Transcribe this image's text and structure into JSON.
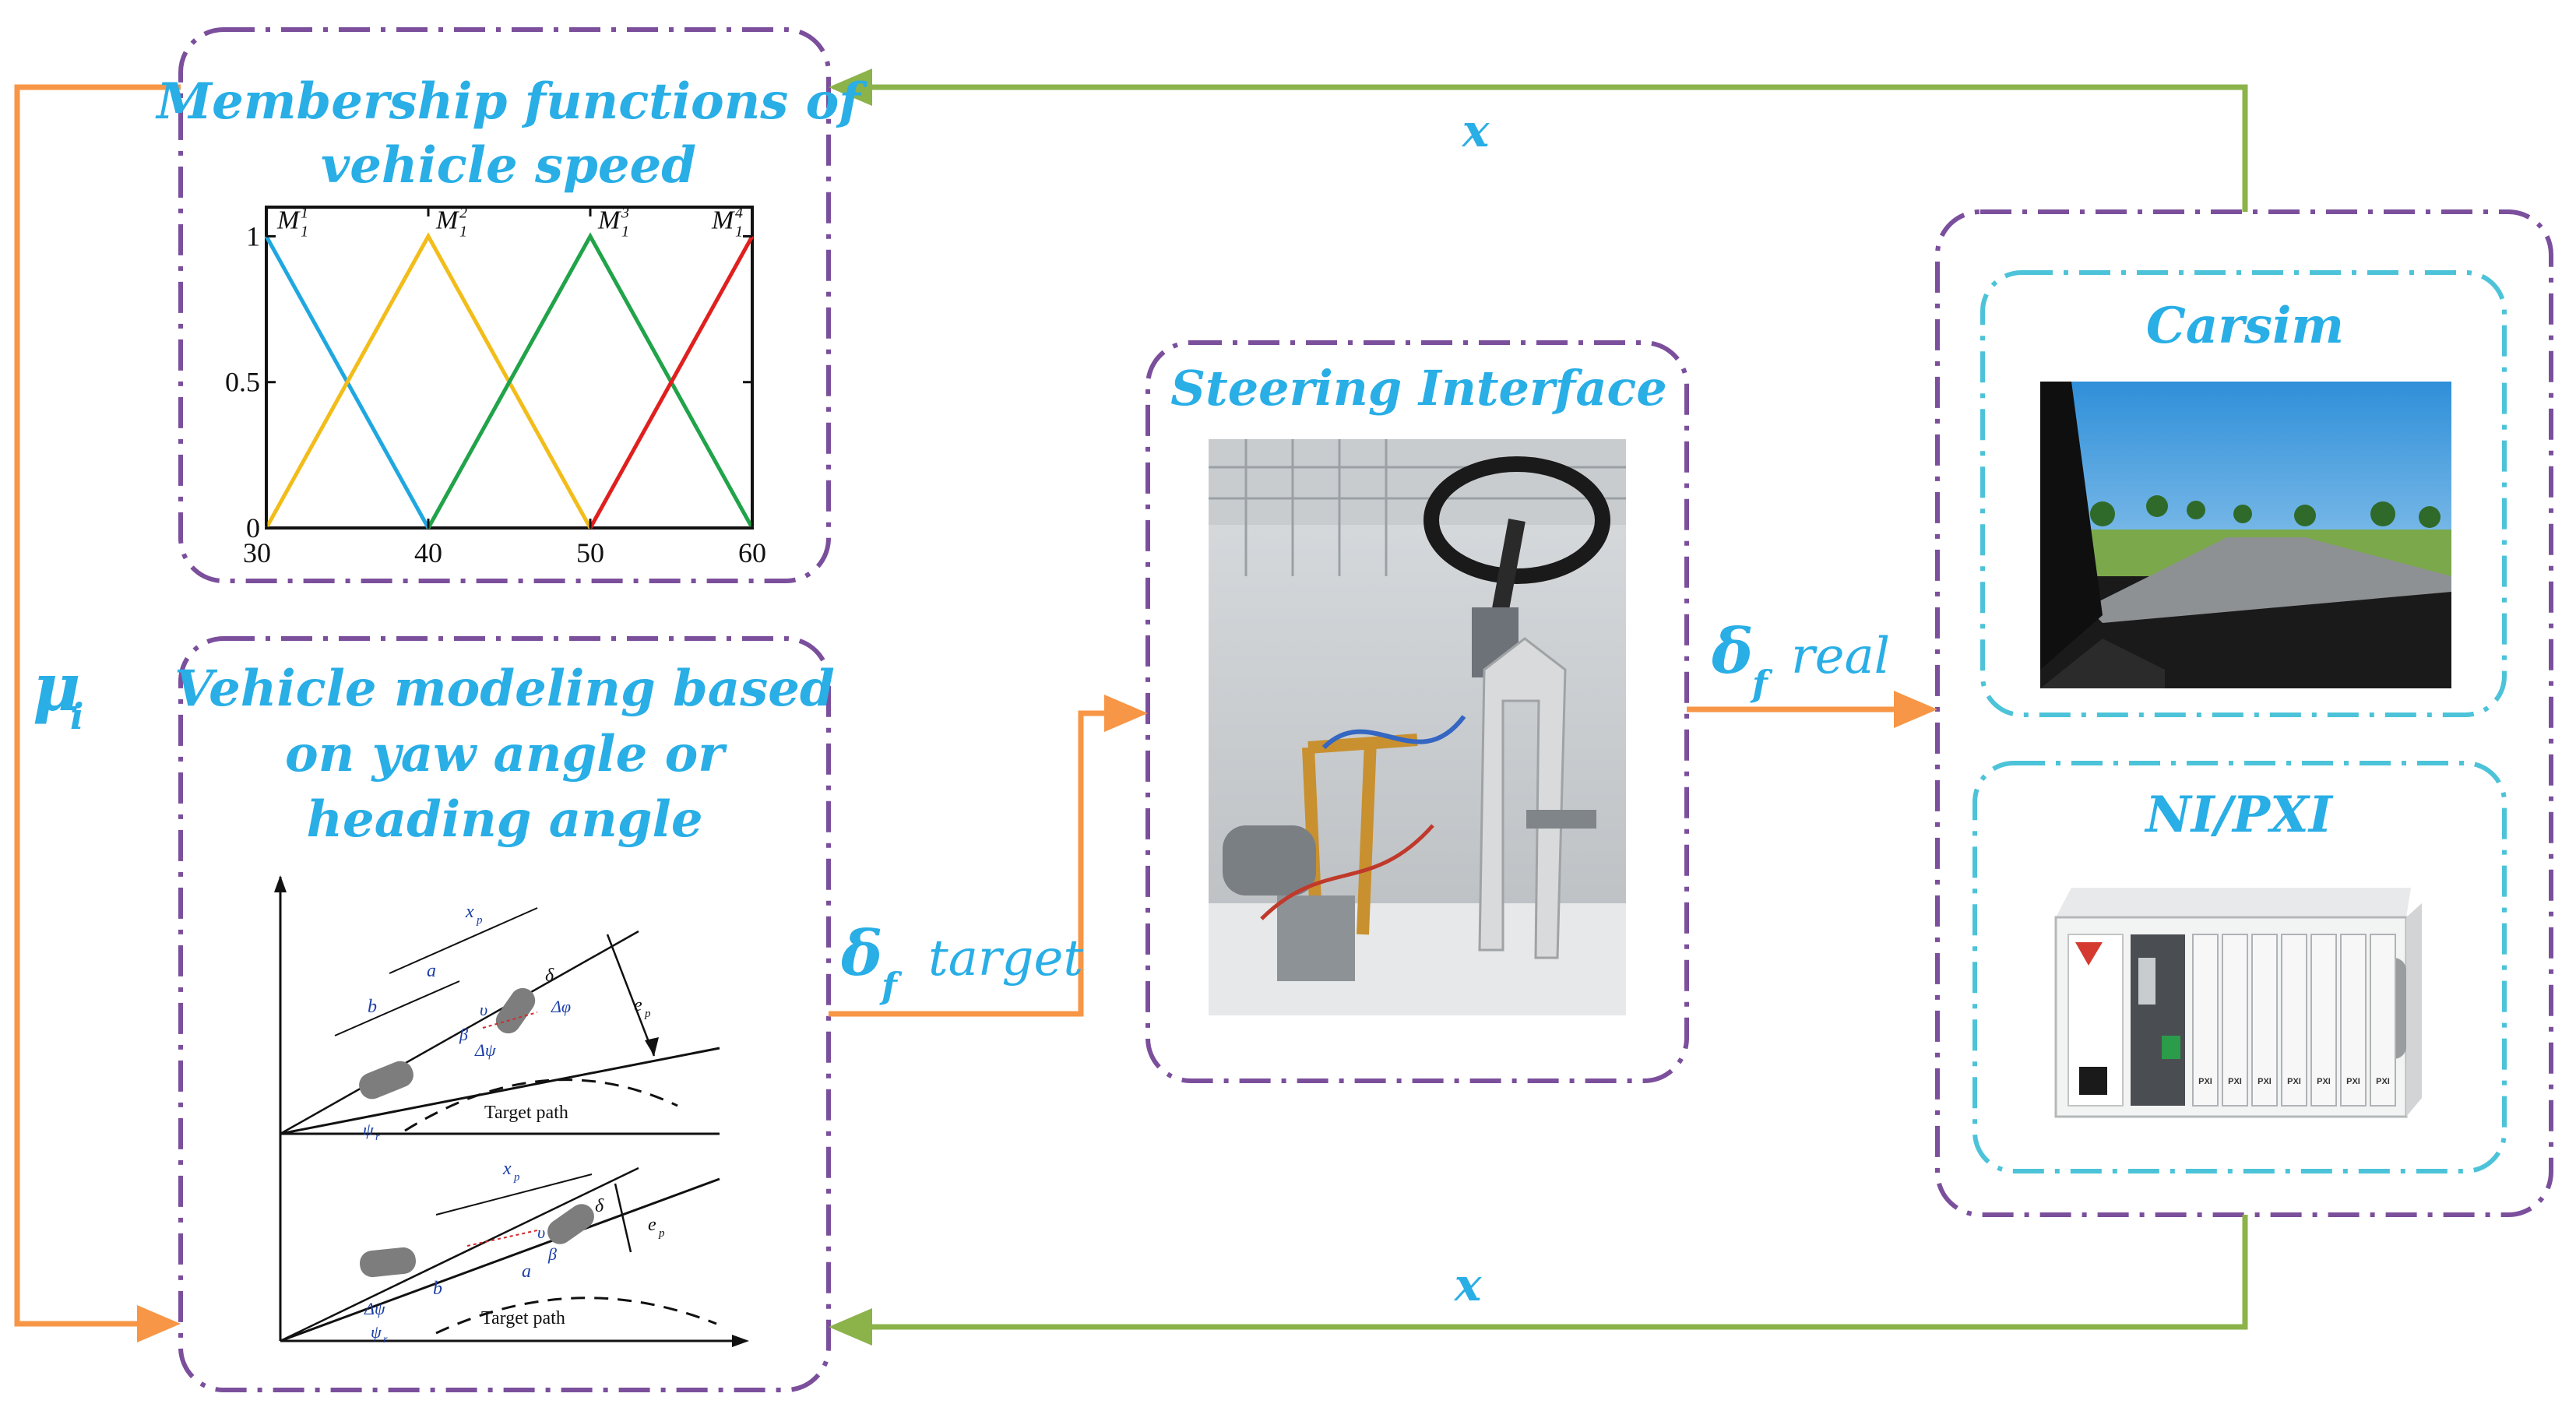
{
  "blocks": {
    "membership": {
      "title_line1": "Membership functions of",
      "title_line2": "vehicle speed"
    },
    "vehicle_model": {
      "title_line1": "Vehicle modeling based",
      "title_line2": "on yaw angle or",
      "title_line3": "heading angle"
    },
    "steering": {
      "title": "Steering Interface"
    },
    "carsim": {
      "title": "Carsim"
    },
    "nipxi": {
      "title": "NI/PXI",
      "chassis_slot_label": "PXI"
    }
  },
  "signals": {
    "x_top": "x",
    "x_bottom": "x",
    "mu_sym": "μ",
    "mu_sub": "i",
    "delta_sym": "δ",
    "delta_sub": "f",
    "target_word": "target",
    "real_word": "real"
  },
  "chart_data": {
    "type": "line",
    "x_ticks": [
      "30",
      "40",
      "50",
      "60"
    ],
    "y_ticks": [
      "0",
      "0.5",
      "1"
    ],
    "xlim": [
      30,
      60
    ],
    "ylim": [
      0,
      1.1
    ],
    "series": [
      {
        "name": "M",
        "sup": "1",
        "sub": "1",
        "color": "#1fa8e0",
        "x": [
          30,
          40
        ],
        "y": [
          1,
          0
        ]
      },
      {
        "name": "M",
        "sup": "2",
        "sub": "1",
        "color": "#f2bd1a",
        "x": [
          30,
          40,
          50
        ],
        "y": [
          0,
          1,
          0
        ]
      },
      {
        "name": "M",
        "sup": "3",
        "sub": "1",
        "color": "#21a34a",
        "x": [
          40,
          50,
          60
        ],
        "y": [
          0,
          1,
          0
        ]
      },
      {
        "name": "M",
        "sup": "4",
        "sub": "1",
        "color": "#e0201e",
        "x": [
          50,
          60
        ],
        "y": [
          0,
          1
        ]
      }
    ]
  },
  "diagram_labels": {
    "top": {
      "xp": "x",
      "xp_sub": "p",
      "a": "a",
      "b": "b",
      "v": "υ",
      "beta": "β",
      "delta": "δ",
      "dphi": "Δφ",
      "dpsi": "Δψ",
      "ep": "e",
      "ep_sub": "p",
      "psi_r": "ψ",
      "psi_sub": "r",
      "target": "Target path"
    },
    "bottom": {
      "xp": "x",
      "xp_sub": "p",
      "a": "a",
      "b": "b",
      "v": "υ",
      "beta": "β",
      "delta": "δ",
      "dpsi": "Δψ",
      "ep": "e",
      "ep_sub": "p",
      "psi_r": "ψ",
      "psi_sub": "r",
      "target": "Target path"
    }
  },
  "colors": {
    "purple_border": "#7b4f9c",
    "cyan_border": "#4cc3d8",
    "orange_arrow": "#f79646",
    "green_arrow": "#8bb34a",
    "title_blue": "#29aee6"
  }
}
